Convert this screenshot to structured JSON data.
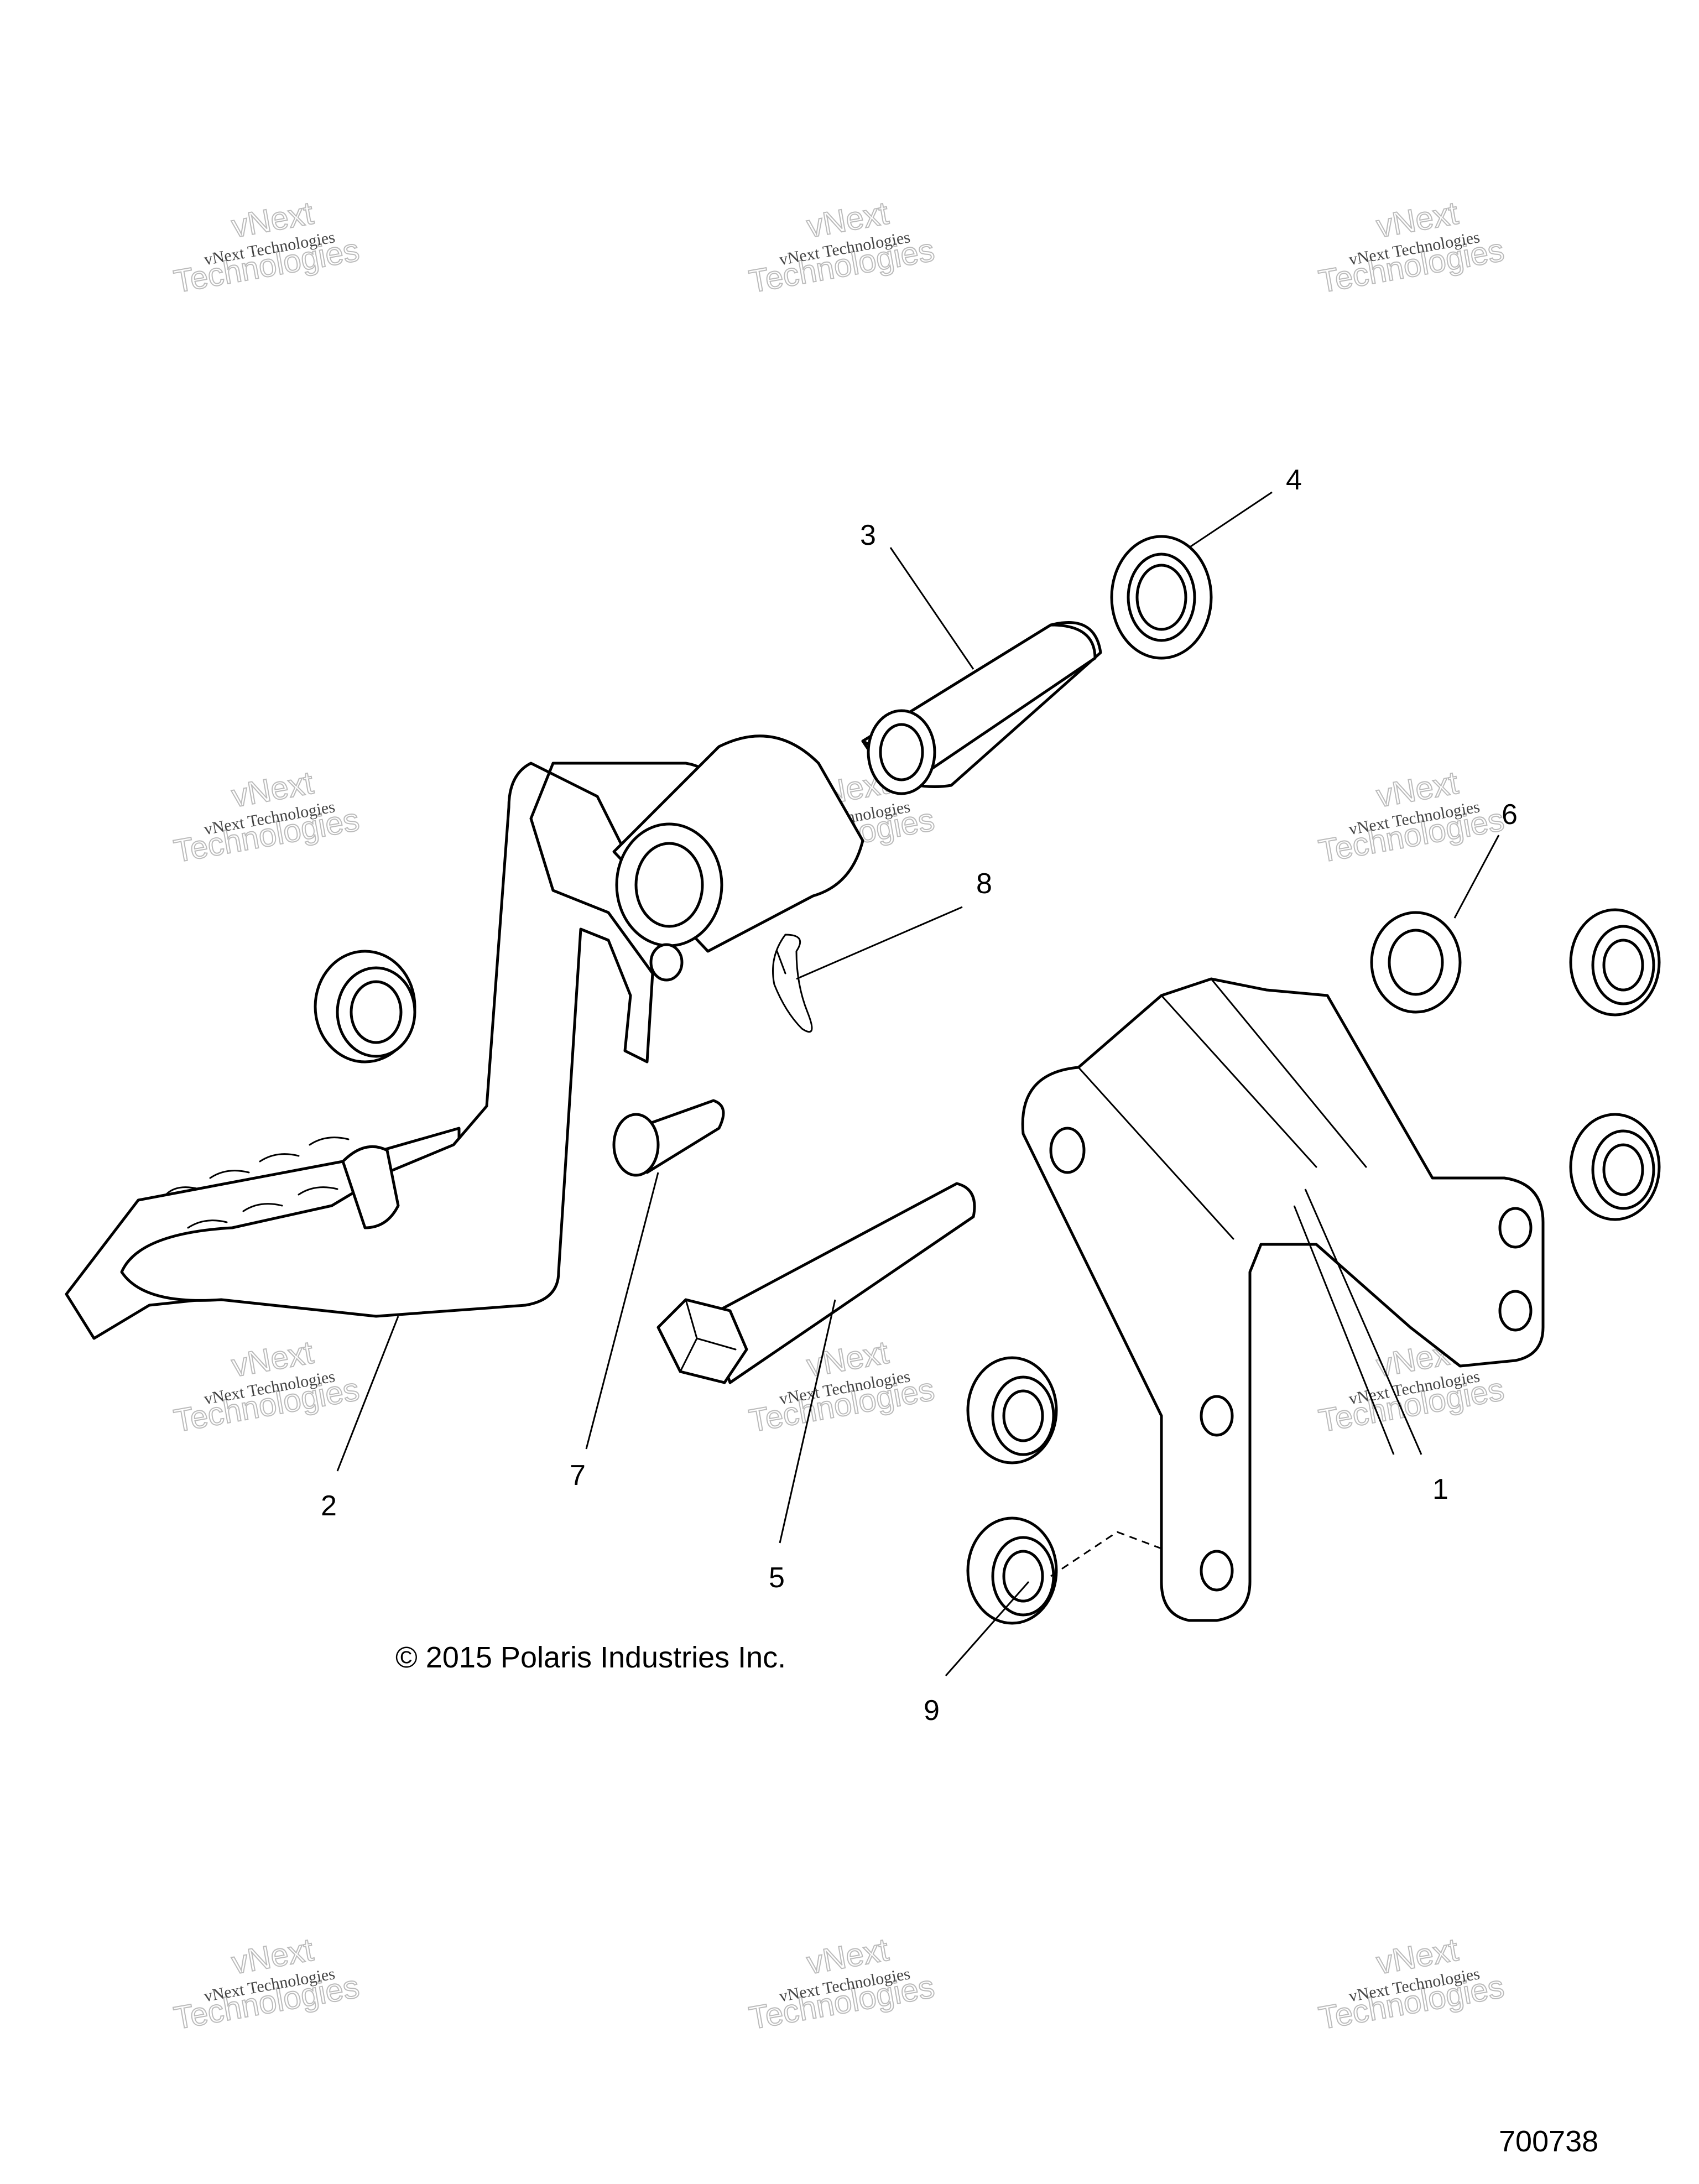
{
  "diagram": {
    "callouts": [
      "1",
      "2",
      "3",
      "4",
      "5",
      "6",
      "7",
      "8",
      "9"
    ],
    "copyright": "© 2015 Polaris Industries Inc.",
    "figure_number": "700738"
  },
  "watermark": {
    "small": "vNext Technologies",
    "big_line1": "vNext",
    "big_line2": "Technologies"
  }
}
